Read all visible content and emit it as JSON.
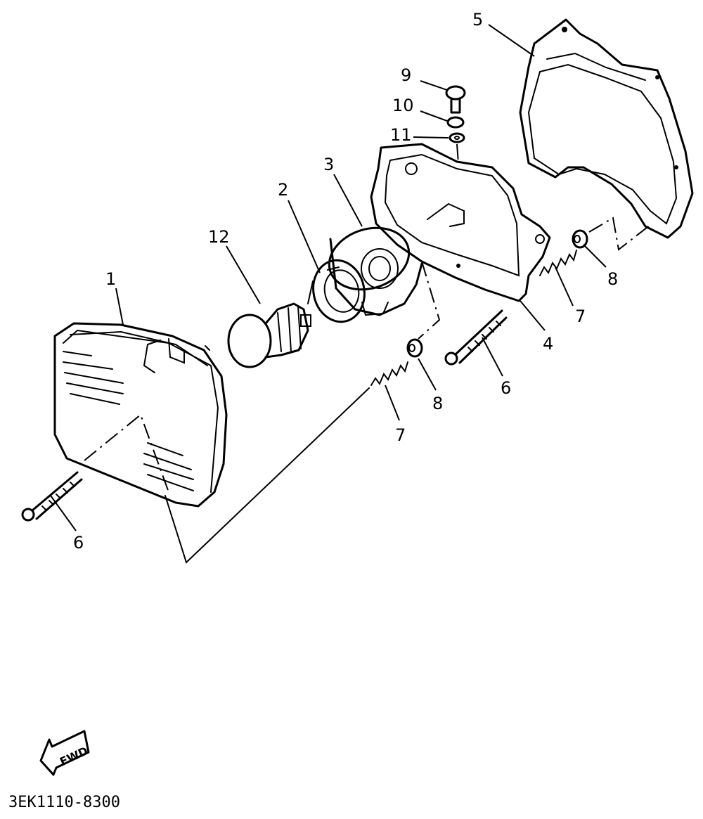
{
  "callouts": [
    "1",
    "2",
    "3",
    "4",
    "5",
    "6",
    "7",
    "8",
    "9",
    "10",
    "11",
    "12"
  ],
  "direction_badge": {
    "label": "FWD"
  },
  "diagram_code": "3EK1110-8300"
}
